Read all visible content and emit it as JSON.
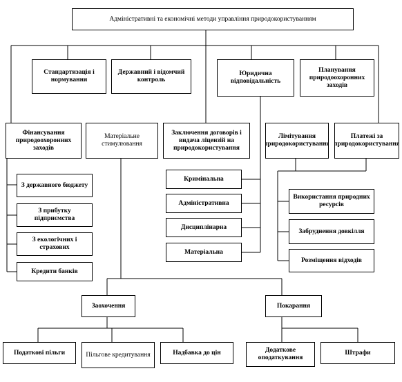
{
  "root": "Адміністративні та економічні методи управління природокористуванням",
  "level1": {
    "standardization": "Стандартизація і нормування",
    "state_control": "Державний і відомчий контроль",
    "legal_liability": "Юридична відповідальність",
    "planning": "Планування природоохоронних заходів",
    "financing": "Фінансування природоохоронних заходів",
    "material_incentives": "Матеріальне стимулювання",
    "contracts_licenses": "Заключення договорів і видача ліцензій на природокористування",
    "limiting": "Лімітування природокористування",
    "payments": "Платежі за природокористування"
  },
  "financing_sources": [
    "З державного бюджету",
    "З прибутку підприємства",
    "З екологічних і страхових",
    "Кредити банків"
  ],
  "liability_types": [
    "Кримінальна",
    "Адміністративна",
    "Дисциплінарна",
    "Матеріальна"
  ],
  "payment_types": [
    "Використання природних ресурсів",
    "Забруднення довкілля",
    "Розміщення відходів"
  ],
  "incentives": {
    "encouragement": "Заохочення",
    "punishment": "Покарання"
  },
  "encouragement_items": [
    "Податкові пільги",
    "Пільгове кредитування",
    "Надбавка до цін"
  ],
  "punishment_items": [
    "Додаткове оподаткування",
    "Штрафи"
  ]
}
